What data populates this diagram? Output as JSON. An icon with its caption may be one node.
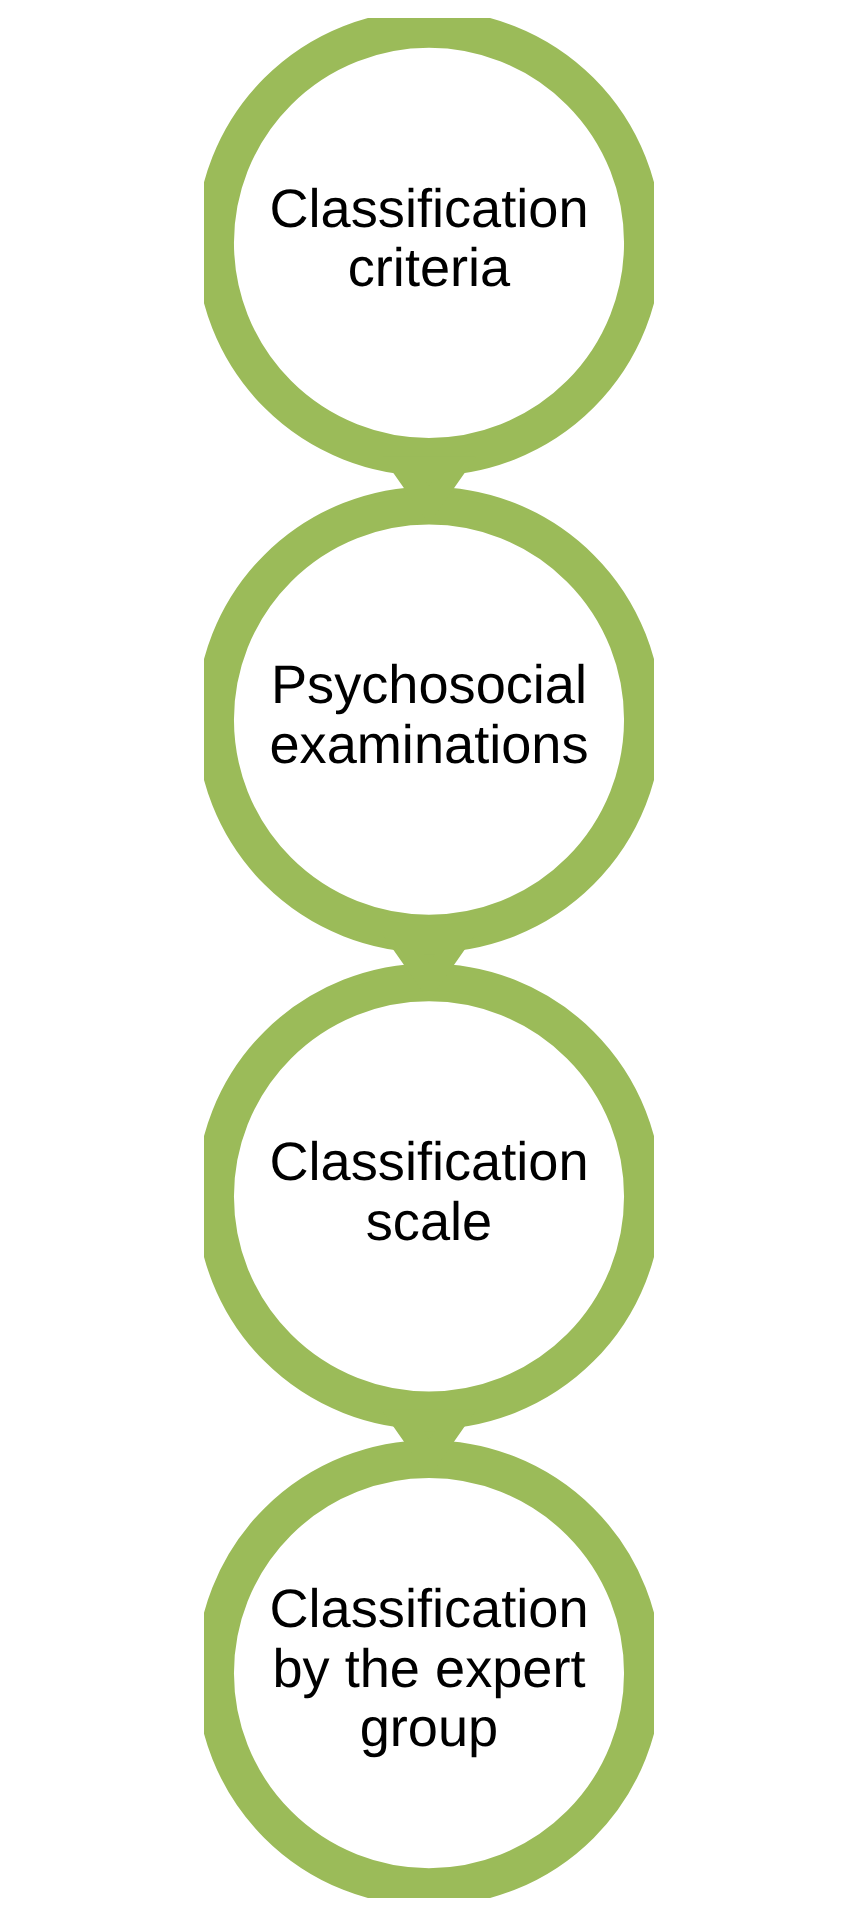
{
  "diagram": {
    "nodes": [
      {
        "text": [
          "Classification criteria"
        ]
      },
      {
        "text": [
          "Psychosocial examinations"
        ]
      },
      {
        "text": [
          "Classification scale"
        ]
      },
      {
        "text": [
          "Classification by the expert group"
        ]
      }
    ],
    "edges": [
      {
        "from": 0,
        "to": 1,
        "arrow": "to"
      },
      {
        "from": 1,
        "to": 2,
        "arrow": "to"
      },
      {
        "from": 2,
        "to": 3,
        "arrow": "to"
      }
    ]
  }
}
